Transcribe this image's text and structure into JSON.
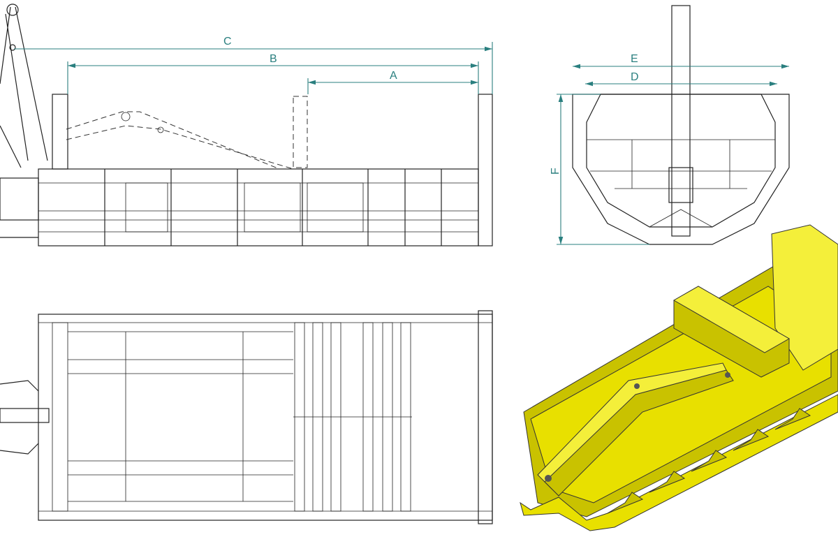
{
  "drawing": {
    "dimension_labels": {
      "a": "A",
      "b": "B",
      "c": "C",
      "d": "D",
      "e": "E",
      "f": "F"
    },
    "views": [
      "side-view",
      "front-view",
      "top-view",
      "isometric-view"
    ],
    "colors": {
      "dimension": "#2a7f7f",
      "line": "#222222",
      "model": "#e8e000"
    }
  }
}
